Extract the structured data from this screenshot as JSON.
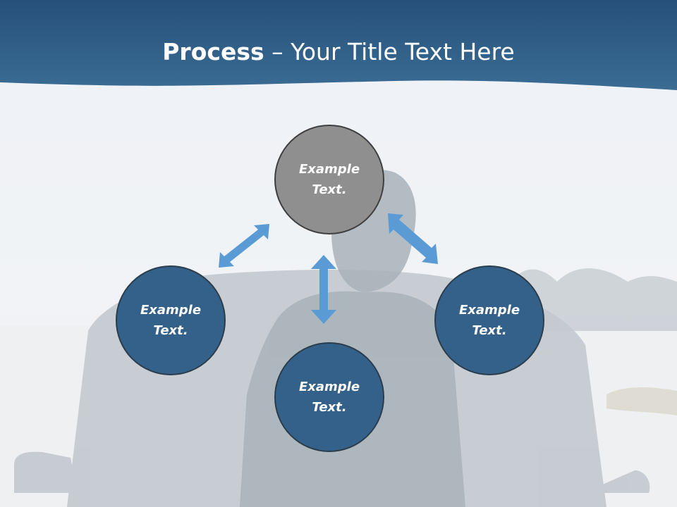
{
  "slide": {
    "title_bold": "Process",
    "title_rest": " – Your Title Text Here"
  },
  "diagram": {
    "nodes": [
      {
        "id": "top",
        "label_line1": "Example",
        "label_line2": "Text."
      },
      {
        "id": "left",
        "label_line1": "Example",
        "label_line2": "Text."
      },
      {
        "id": "right",
        "label_line1": "Example",
        "label_line2": "Text."
      },
      {
        "id": "bottom",
        "label_line1": "Example",
        "label_line2": "Text."
      }
    ]
  },
  "colors": {
    "header": "#2f5f87",
    "node_blue": "#346189",
    "node_gray": "#8f8f8f",
    "arrow": "#5b9bd5"
  }
}
